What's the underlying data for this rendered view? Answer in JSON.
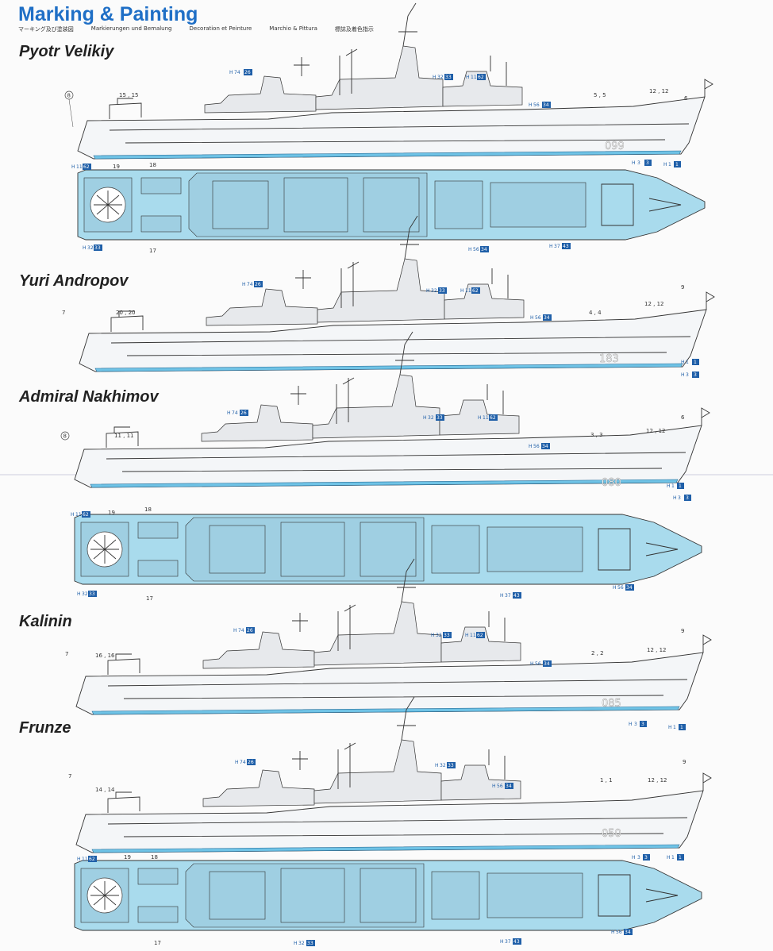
{
  "header": {
    "title": "Marking & Painting",
    "subtitles": [
      "マーキング及び塗装図",
      "Markierungen und Bemalung",
      "Decoration et Peinture",
      "Marchio & Pittura",
      "標誌及着色指示"
    ]
  },
  "ships": [
    {
      "name": "Pyotr Velikiy",
      "hull_number": "099",
      "callouts": [
        "8",
        "15 , 15",
        "6",
        "12 , 12",
        "5 , 5",
        "19",
        "18",
        "17"
      ],
      "codes": [
        {
          "prefix": "H",
          "value": "74",
          "num": "26"
        },
        {
          "prefix": "H",
          "value": "32",
          "num": "33"
        },
        {
          "prefix": "H",
          "value": "11",
          "num": "62"
        },
        {
          "prefix": "H",
          "value": "56",
          "num": "34"
        },
        {
          "prefix": "H",
          "value": "3",
          "num": "3"
        },
        {
          "prefix": "H",
          "value": "1",
          "num": "1"
        },
        {
          "prefix": "H",
          "value": "11",
          "num": "62"
        },
        {
          "prefix": "H",
          "value": "32",
          "num": "33"
        },
        {
          "prefix": "H",
          "value": "56",
          "num": "34"
        },
        {
          "prefix": "H",
          "value": "37",
          "num": "43"
        }
      ]
    },
    {
      "name": "Yuri Andropov",
      "hull_number": "183",
      "callouts": [
        "7",
        "20 , 20",
        "9",
        "12 , 12",
        "4 , 4"
      ],
      "codes": [
        {
          "prefix": "H",
          "value": "74",
          "num": "26"
        },
        {
          "prefix": "H",
          "value": "32",
          "num": "33"
        },
        {
          "prefix": "H",
          "value": "11",
          "num": "62"
        },
        {
          "prefix": "H",
          "value": "56",
          "num": "34"
        },
        {
          "prefix": "H",
          "value": "1",
          "num": "1"
        },
        {
          "prefix": "H",
          "value": "3",
          "num": "3"
        }
      ]
    },
    {
      "name": "Admiral Nakhimov",
      "hull_number": "080",
      "callouts": [
        "8",
        "11 , 11",
        "6",
        "12 , 12",
        "3 , 3",
        "19",
        "18",
        "17"
      ],
      "codes": [
        {
          "prefix": "H",
          "value": "74",
          "num": "26"
        },
        {
          "prefix": "H",
          "value": "32",
          "num": "33"
        },
        {
          "prefix": "H",
          "value": "11",
          "num": "62"
        },
        {
          "prefix": "H",
          "value": "56",
          "num": "34"
        },
        {
          "prefix": "H",
          "value": "1",
          "num": "1"
        },
        {
          "prefix": "H",
          "value": "3",
          "num": "3"
        },
        {
          "prefix": "H",
          "value": "11",
          "num": "62"
        },
        {
          "prefix": "H",
          "value": "32",
          "num": "33"
        },
        {
          "prefix": "H",
          "value": "56",
          "num": "34"
        },
        {
          "prefix": "H",
          "value": "37",
          "num": "43"
        }
      ]
    },
    {
      "name": "Kalinin",
      "hull_number": "085",
      "callouts": [
        "7",
        "16 , 16",
        "9",
        "12 , 12",
        "2 , 2"
      ],
      "codes": [
        {
          "prefix": "H",
          "value": "74",
          "num": "26"
        },
        {
          "prefix": "H",
          "value": "32",
          "num": "33"
        },
        {
          "prefix": "H",
          "value": "11",
          "num": "62"
        },
        {
          "prefix": "H",
          "value": "56",
          "num": "34"
        },
        {
          "prefix": "H",
          "value": "3",
          "num": "3"
        },
        {
          "prefix": "H",
          "value": "1",
          "num": "1"
        }
      ]
    },
    {
      "name": "Frunze",
      "hull_number": "050",
      "callouts": [
        "7",
        "14 , 14",
        "9",
        "12 , 12",
        "1 , 1",
        "19",
        "18",
        "17"
      ],
      "codes": [
        {
          "prefix": "H",
          "value": "74",
          "num": "26"
        },
        {
          "prefix": "H",
          "value": "32",
          "num": "33"
        },
        {
          "prefix": "H",
          "value": "56",
          "num": "34"
        },
        {
          "prefix": "H",
          "value": "3",
          "num": "3"
        },
        {
          "prefix": "H",
          "value": "1",
          "num": "1"
        },
        {
          "prefix": "H",
          "value": "11",
          "num": "62"
        },
        {
          "prefix": "H",
          "value": "32",
          "num": "33"
        },
        {
          "prefix": "H",
          "value": "56",
          "num": "34"
        },
        {
          "prefix": "H",
          "value": "37",
          "num": "43"
        }
      ]
    }
  ],
  "colors": {
    "title": "#1f6fc6",
    "deck": "#a9dbed",
    "waterline": "#6fc3e6",
    "code_box": "#1f5fa8"
  }
}
